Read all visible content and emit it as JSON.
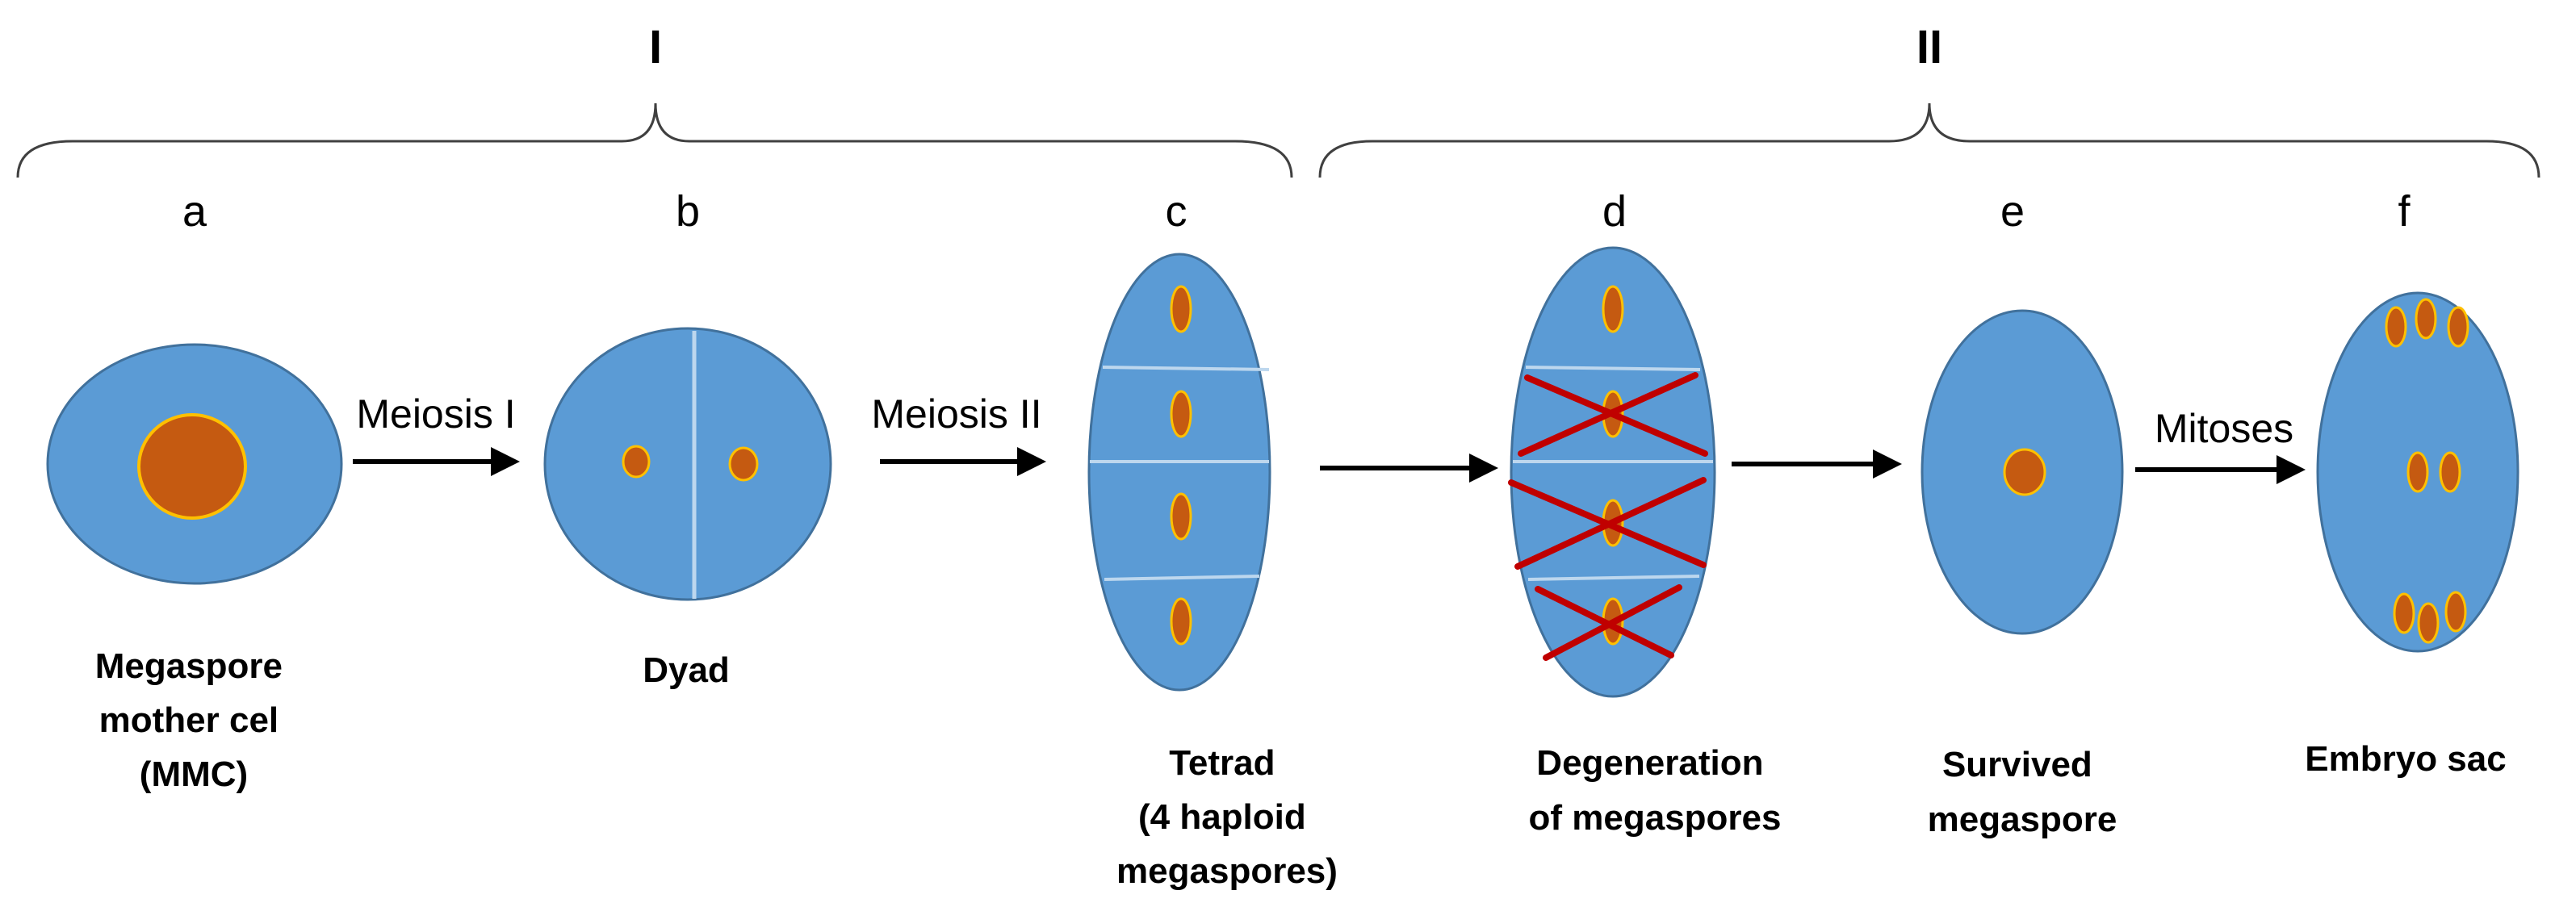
{
  "phases": [
    {
      "label": "I"
    },
    {
      "label": "II"
    }
  ],
  "stages": [
    {
      "letter": "a",
      "caption": [
        "Megaspore",
        "mother cel",
        "(MMC)"
      ]
    },
    {
      "letter": "b",
      "caption": [
        "Dyad"
      ]
    },
    {
      "letter": "c",
      "caption": [
        "Tetrad",
        "(4 haploid",
        "megaspores)"
      ]
    },
    {
      "letter": "d",
      "caption": [
        "Degeneration",
        "of megaspores"
      ]
    },
    {
      "letter": "e",
      "caption": [
        "Survived",
        "megaspore"
      ]
    },
    {
      "letter": "f",
      "caption": [
        "Embryo sac"
      ]
    }
  ],
  "transitions": [
    {
      "label": "Meiosis I"
    },
    {
      "label": "Meiosis II"
    },
    {
      "label": ""
    },
    {
      "label": ""
    },
    {
      "label": "Mitoses"
    }
  ],
  "colors": {
    "cell_fill": "#5B9BD5",
    "cell_stroke": "#41719C",
    "nucleus_fill": "#C55A11",
    "nucleus_stroke": "#FFC000",
    "wall": "#BDD7EE",
    "cross": "#C00000",
    "arrow": "#000000",
    "bracket": "#404040"
  }
}
